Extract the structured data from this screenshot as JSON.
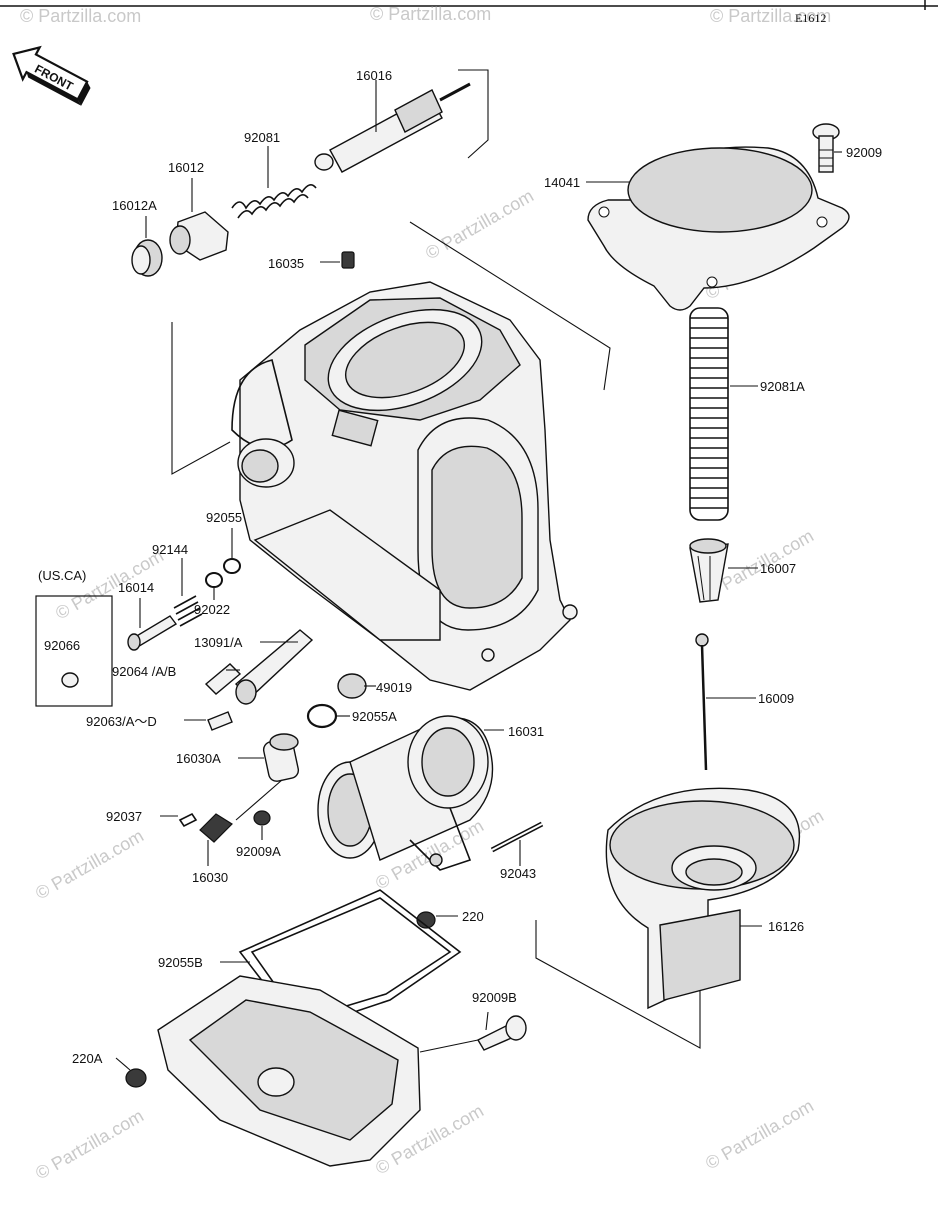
{
  "diagram": {
    "code": "E1612",
    "front_badge": "FRONT",
    "region_note": "(US.CA)",
    "watermark": "© Partzilla.com",
    "labels": {
      "p16016": "16016",
      "p92081": "92081",
      "p16012": "16012",
      "p16012a": "16012A",
      "p16035": "16035",
      "p14041": "14041",
      "p92009": "92009",
      "p92081a": "92081A",
      "p92055": "92055",
      "p92144": "92144",
      "p16014": "16014",
      "p92022": "92022",
      "p92066": "92066",
      "p13091": "13091/A",
      "p92064": "92064 /A/B",
      "p49019": "49019",
      "p92063": "92063/A～D",
      "p92055a": "92055A",
      "p16007": "16007",
      "p16009": "16009",
      "p16031": "16031",
      "p16030a": "16030A",
      "p92037": "92037",
      "p92009a": "92009A",
      "p16030": "16030",
      "p92043": "92043",
      "p220": "220",
      "p16126": "16126",
      "p92055b": "92055B",
      "p92009b": "92009B",
      "p220a": "220A"
    }
  }
}
